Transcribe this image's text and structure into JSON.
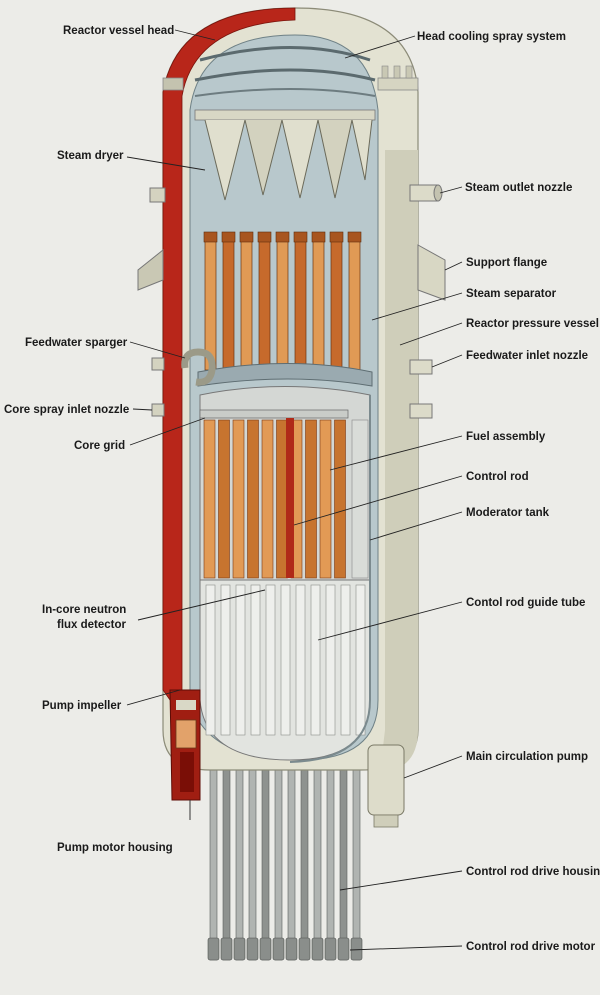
{
  "colors": {
    "background": "#ecece8",
    "vessel_outer": "#e3e2d2",
    "vessel_shadow": "#c8c7b4",
    "vessel_inner": "#b8c8cc",
    "red_wall": "#b8261a",
    "fuel": "#d98a45",
    "fuel_dark": "#a04a1c",
    "guide_tube": "#d9dcd8",
    "drive_rod": "#9fa3a0"
  },
  "labels": {
    "reactor_vessel_head": "Reactor vessel head",
    "head_cooling_spray": "Head cooling spray system",
    "steam_dryer": "Steam dryer",
    "steam_outlet_nozzle": "Steam outlet nozzle",
    "support_flange": "Support flange",
    "steam_separator": "Steam separator",
    "reactor_pressure_vessel": "Reactor pressure vessel",
    "feedwater_sparger": "Feedwater sparger",
    "feedwater_inlet_nozzle": "Feedwater inlet nozzle",
    "core_spray_inlet_nozzle": "Core spray inlet nozzle",
    "core_grid": "Core grid",
    "fuel_assembly": "Fuel assembly",
    "control_rod": "Control rod",
    "moderator_tank": "Moderator tank",
    "in_core_detector_1": "In-core neutron",
    "in_core_detector_2": "flux detector",
    "control_rod_guide_tube": "Contol rod guide tube",
    "pump_impeller": "Pump impeller",
    "main_circulation_pump": "Main circulation pump",
    "pump_motor_housing": "Pump motor housing",
    "control_rod_drive_housing": "Control rod drive housing",
    "control_rod_drive_motor": "Control rod drive motor"
  }
}
